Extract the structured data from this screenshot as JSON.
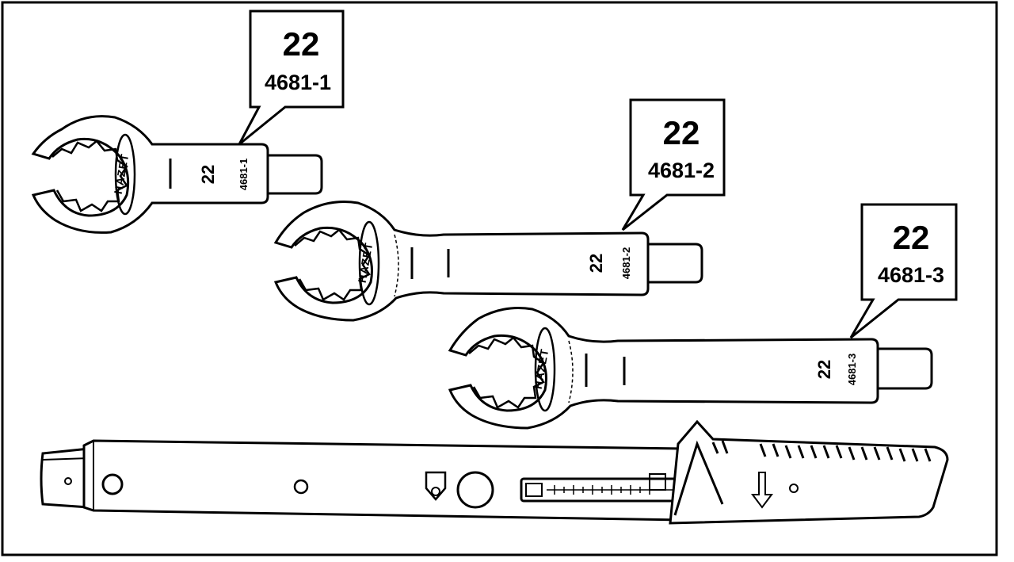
{
  "wrenches": [
    {
      "id": "w1",
      "callout_size": "22",
      "callout_part": "4681-1",
      "handle_size": "22",
      "handle_part": "4681-1",
      "brand": "HAZET"
    },
    {
      "id": "w2",
      "callout_size": "22",
      "callout_part": "4681-2",
      "handle_size": "22",
      "handle_part": "4681-2",
      "brand": "HAZET"
    },
    {
      "id": "w3",
      "callout_size": "22",
      "callout_part": "4681-3",
      "handle_size": "22",
      "handle_part": "4681-3",
      "brand": "HAZET"
    }
  ],
  "torque_wrench": {
    "icon": "torque-wrench-icon"
  },
  "colors": {
    "ink": "#000000",
    "paper": "#ffffff"
  }
}
